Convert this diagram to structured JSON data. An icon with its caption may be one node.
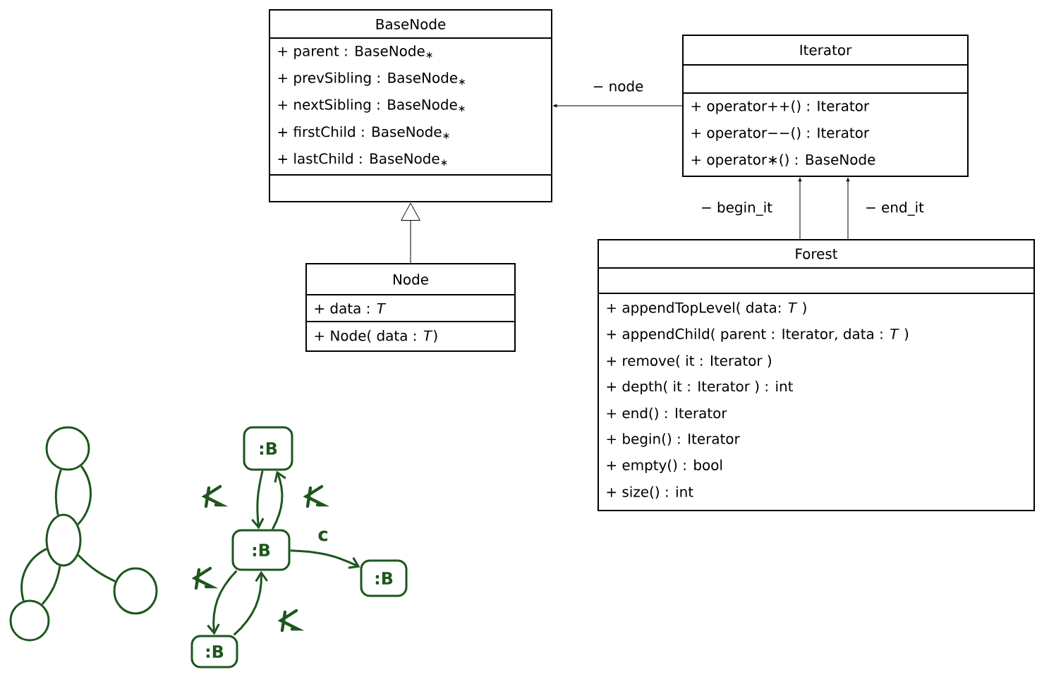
{
  "diagram": {
    "nodes": [
      {
        "text": [
          "BaseNode",
          "+ parent : BaseNode$_{∗}$",
          "+ prevSibling : BaseNode$_{∗}$",
          "+ nextSibling : BaseNode$_{∗}$",
          "+ firstChild : BaseNode$_{∗}$",
          "+ lastChild : BaseNode$_{∗}$"
        ]
      },
      {
        "text": [
          "Iterator",
          "+ operator++() : Iterator",
          "+ operator−−() : Iterator",
          "+ operator∗() : BaseNode"
        ]
      },
      {
        "text": [
          "Node",
          "+ data : *T*",
          "+ Node( data : *T*)"
        ]
      },
      {
        "text": [
          "Forest",
          "+ appendTopLevel( data: *T* )",
          "+ appendChild( parent : Iterator, data : *T* )",
          "+ remove( it : Iterator )",
          "+ depth( it : Iterator ) : int",
          "+ end() : Iterator",
          "+ begin() : Iterator",
          "+ empty() : bool",
          "+ size() : int"
        ]
      },
      {
        "text": [],
        "shape": "circle"
      },
      {
        "text": [],
        "shape": "circle"
      },
      {
        "text": [],
        "shape": "circle"
      },
      {
        "text": [],
        "shape": "circle"
      },
      {
        "text": [
          ":B"
        ]
      },
      {
        "text": [
          ":B"
        ]
      },
      {
        "text": [
          ":B"
        ]
      },
      {
        "text": [
          ":B"
        ]
      }
    ],
    "edges": [
      {
        "from": 1,
        "to": 0,
        "arrow": "to",
        "label": "− node"
      },
      {
        "from": 2,
        "to": 0,
        "arrow": "to"
      },
      {
        "from": 3,
        "to": 1,
        "arrow": "to",
        "label": "− begin_it"
      },
      {
        "from": 3,
        "to": 1,
        "arrow": "to",
        "label": "− end_it"
      },
      {
        "from": 4,
        "to": 5,
        "arrow": "none",
        "color": "#1e561e"
      },
      {
        "from": 4,
        "to": 5,
        "arrow": "none",
        "color": "#1e561e"
      },
      {
        "from": 5,
        "to": 6,
        "arrow": "none",
        "color": "#1e561e"
      },
      {
        "from": 5,
        "to": 6,
        "arrow": "none",
        "color": "#1e561e"
      },
      {
        "from": 5,
        "to": 7,
        "arrow": "none",
        "color": "#1e561e"
      },
      {
        "from": 8,
        "to": 9,
        "arrow": "to",
        "color": "#1e561e"
      },
      {
        "from": 9,
        "to": 8,
        "arrow": "to",
        "color": "#1e561e"
      },
      {
        "from": 9,
        "to": 11,
        "arrow": "to",
        "color": "#1e561e"
      },
      {
        "from": 11,
        "to": 9,
        "arrow": "to",
        "color": "#1e561e"
      },
      {
        "from": 9,
        "to": 10,
        "arrow": "to",
        "color": "#1e561e",
        "label": "c"
      }
    ]
  }
}
